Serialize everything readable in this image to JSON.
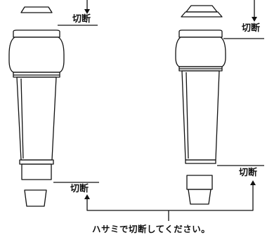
{
  "labels": {
    "cut": "切断",
    "instruction": "ハサミで切断してください。"
  },
  "colors": {
    "line": "#111111",
    "background": "#ffffff"
  },
  "icons": {
    "arrow": "arrow-up-down-icon",
    "scissors_note": "scissors-instruction"
  }
}
